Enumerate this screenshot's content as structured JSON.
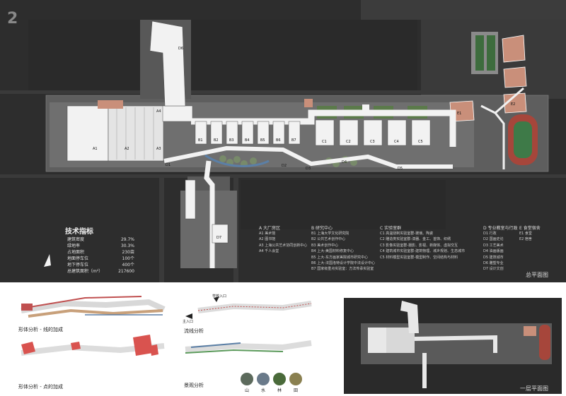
{
  "sheet_number": "2",
  "tech": {
    "title": "技术指标",
    "labels": [
      "建筑密度",
      "绿地率",
      "占地面积",
      "地面停车位",
      "地下停车位",
      "总建筑面积（m²）"
    ],
    "values": [
      "29.7%",
      "30.3%",
      "230亩",
      "100个",
      "400个",
      "217600"
    ]
  },
  "legend": {
    "A": {
      "head": "A 大厂房区",
      "items": [
        "A1 美术馆",
        "A2 图书馆",
        "A3 上海公共艺术协同创新中心",
        "A4 千人会堂"
      ]
    },
    "B": {
      "head": "B 研究中心",
      "items": [
        "B1 上海大学文化研究院",
        "B2 公共艺术创作中心",
        "B3 美术创作中心",
        "B4 上大-美国材料修复中心",
        "B5 上大-东方画家美院城市研究中心",
        "B6 上大-法国洛特设计学院中法设计中心",
        "B7 国家级重点实验室：方法传承实验室"
      ]
    },
    "C": {
      "head": "C 实验室群",
      "items": [
        "C1 高温烧制实验室群-玻璃、陶瓷",
        "C2 雕造类实验室群-漆器、金工、首饰、织绣",
        "C3 影像实验室群-摄影、影视、新媒体、虚拟交互",
        "C4 建筑城市实验室群-建筑物理、城乡规划、生态城市",
        "C5 材料模型实验室群-模型制作、空间结构与材料"
      ]
    },
    "D": {
      "head": "D 专业教室与行政",
      "items": [
        "D1 行政",
        "D2 国画史论",
        "D3 工艺美术",
        "D4 油画版画",
        "D5 建筑城市",
        "D6 雕塑专业",
        "D7 设计文创"
      ]
    },
    "E": {
      "head": "E 食堂宿舍",
      "items": [
        "E1 食堂",
        "E2 宿舍"
      ]
    }
  },
  "plan_labels": [
    "A1",
    "A2",
    "A3",
    "A4",
    "B1",
    "B2",
    "B3",
    "B4",
    "B5",
    "B6",
    "B7",
    "C1",
    "C2",
    "C3",
    "C4",
    "C5",
    "D1",
    "D2",
    "D3",
    "D4",
    "D5",
    "D6",
    "D7",
    "E1",
    "E2"
  ],
  "titles": {
    "master_plan": "总平面图",
    "ground_floor": "一层平面图"
  },
  "analysis": {
    "line": "形体分析 - 线的加成",
    "point": "形体分析 - 点的加成",
    "flow": "流线分析",
    "landscape": "景观分析",
    "entrance_school": "学校入口",
    "entrance_main": "主入口",
    "elements": [
      "山",
      "水",
      "林",
      "田"
    ]
  },
  "colors": {
    "ground": "#2d2d2d",
    "site": "#6a6a6a",
    "building": "#f2f2f2",
    "accent": "#c98f7a",
    "water": "#5b7fa6",
    "green": "#7a8f6a"
  }
}
